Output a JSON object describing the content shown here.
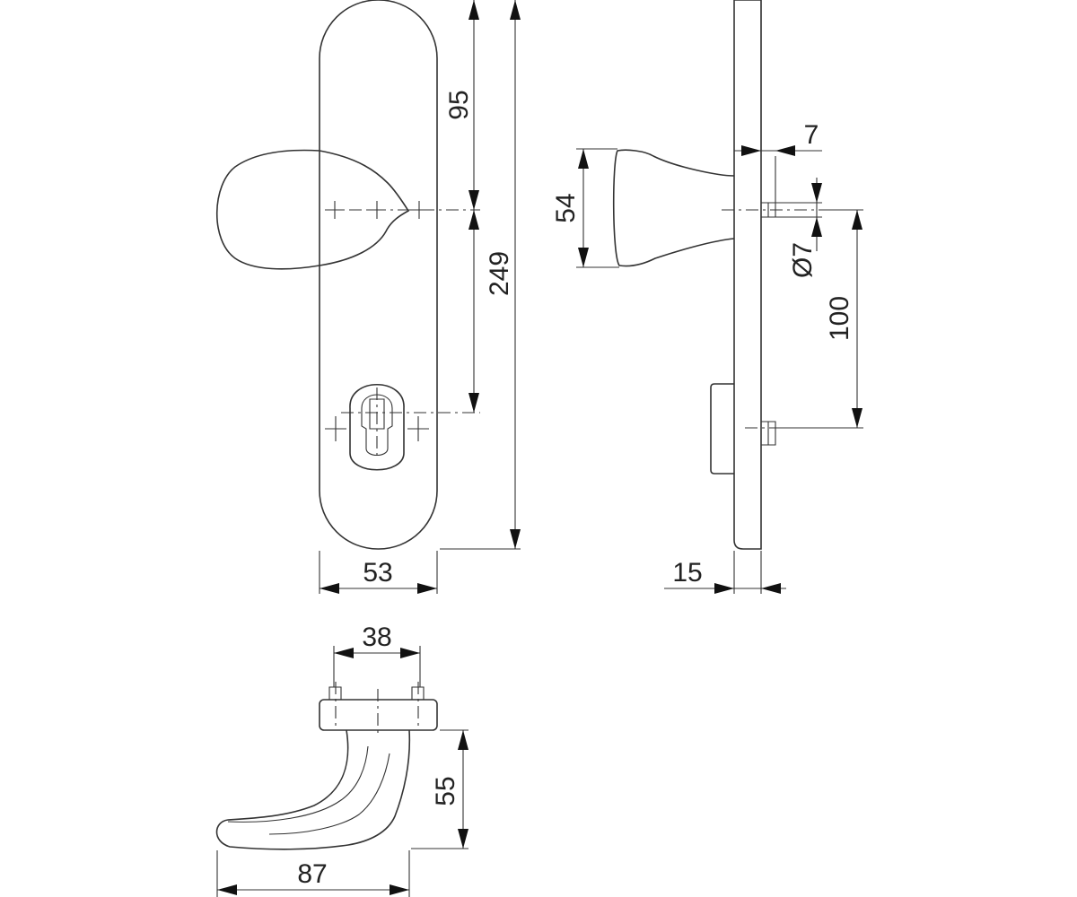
{
  "dimensions": {
    "front_height_top": "95",
    "front_height_total": "249",
    "front_width": "53",
    "side_knob_height": "54",
    "side_pin_offset": "7",
    "side_pin_diameter": "Ø7",
    "side_pin_distance": "100",
    "side_thickness": "15",
    "lever_base_width": "38",
    "lever_height": "55",
    "lever_length": "87"
  },
  "colors": {
    "line": "#333333",
    "background": "#ffffff"
  }
}
